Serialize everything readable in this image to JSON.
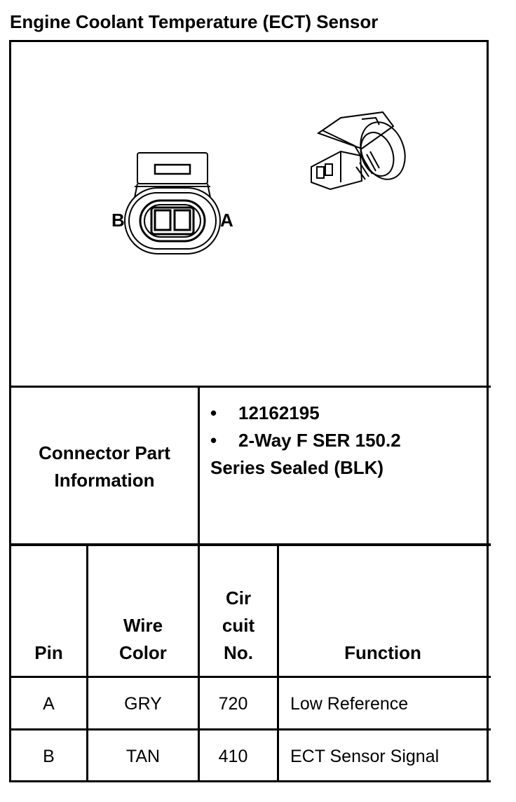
{
  "title": "Engine Coolant Temperature (ECT) Sensor",
  "figure": {
    "pin_left_label": "B",
    "pin_right_label": "A"
  },
  "connector_part_info": {
    "label_line1": "Connector Part",
    "label_line2": "Information",
    "bullet": "•",
    "part_number": "12162195",
    "description_line1": "2-Way F SER 150.2",
    "description_line2": "Series Sealed (BLK)"
  },
  "table": {
    "headers": {
      "pin": "Pin",
      "wire_color_line1": "Wire",
      "wire_color_line2": "Color",
      "circuit_line1": "Cir",
      "circuit_line2": "cuit",
      "circuit_line3": "No.",
      "function": "Function"
    },
    "rows": [
      {
        "pin": "A",
        "wire_color": "GRY",
        "circuit": "720",
        "function": "Low Reference"
      },
      {
        "pin": "B",
        "wire_color": "TAN",
        "circuit": "410",
        "function": "ECT Sensor Signal"
      }
    ]
  }
}
